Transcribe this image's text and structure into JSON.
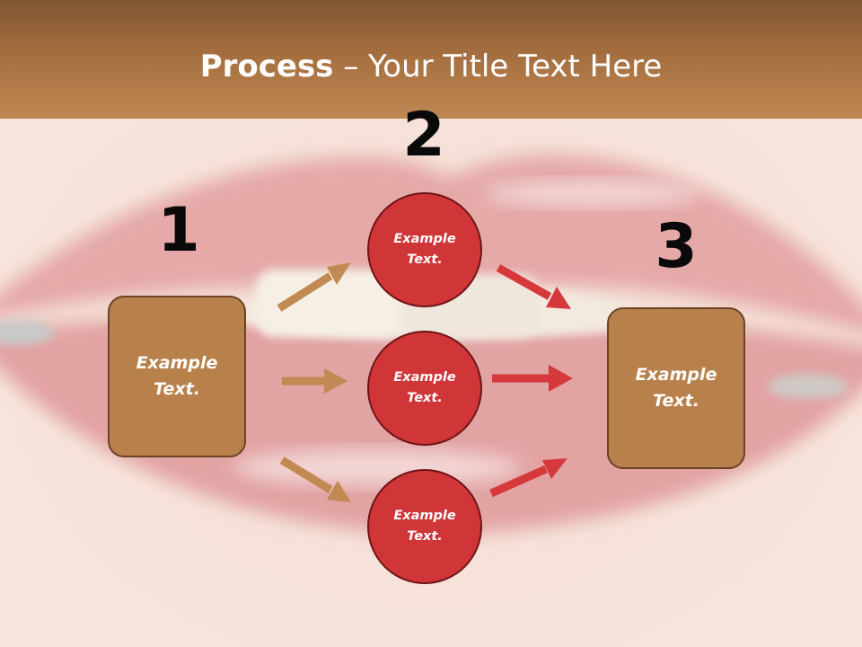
{
  "slide": {
    "title_bold": "Process",
    "title_rest": " – Your Title Text Here"
  },
  "steps": [
    {
      "number": "1",
      "label": "Example Text."
    },
    {
      "number": "2",
      "items": [
        {
          "label": "Example Text."
        },
        {
          "label": "Example Text."
        },
        {
          "label": "Example Text."
        }
      ]
    },
    {
      "number": "3",
      "label": "Example Text."
    }
  ],
  "colors": {
    "header": "#a56e3f",
    "box_fill": "#b8804a",
    "circle_fill": "#d03538",
    "arrow_brown": "#c08a52",
    "arrow_red": "#d6393c"
  }
}
